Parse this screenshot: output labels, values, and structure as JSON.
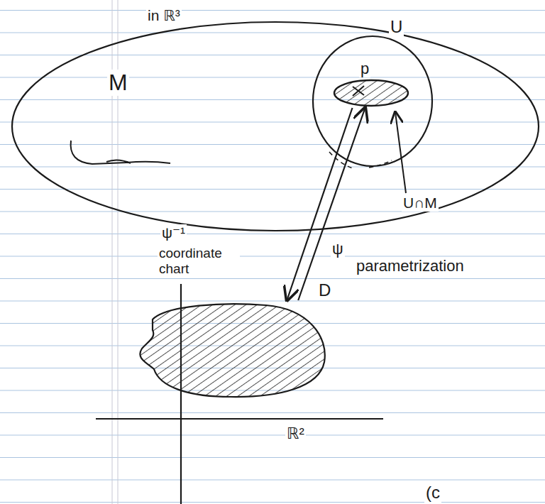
{
  "diagram": {
    "nodes": [
      {
        "text": [
          "in ℝ³",
          "M"
        ]
      },
      {
        "text": [
          "U"
        ],
        "in": 0
      },
      {
        "text": [
          "p"
        ],
        "in": 1
      },
      {
        "text": [
          "D"
        ]
      }
    ],
    "edges": [
      {
        "from": 2,
        "to": 3,
        "arrow": "to",
        "label": "ψ⁻¹"
      },
      {
        "from": 3,
        "to": 2,
        "arrow": "to",
        "label": "ψ"
      }
    ],
    "labels": [
      "U∩M",
      "coordinate chart",
      "parametrization",
      "ℝ²",
      "(c"
    ]
  }
}
